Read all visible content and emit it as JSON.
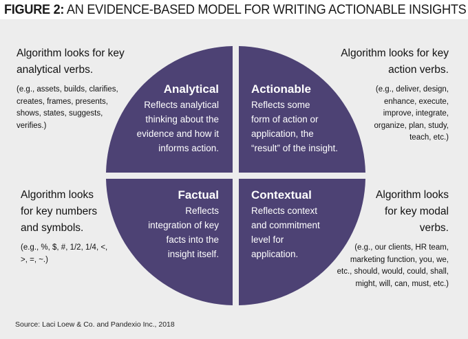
{
  "title": {
    "prefix": "FIGURE 2:",
    "text": "AN EVIDENCE-BASED MODEL FOR WRITING ACTIONABLE INSIGHTS"
  },
  "quadrants": {
    "analytical": {
      "title": "Analytical",
      "lines": [
        "Reflects analytical",
        "thinking about the",
        "evidence and how it",
        "informs action."
      ]
    },
    "actionable": {
      "title": "Actionable",
      "lines": [
        "Reflects some",
        "form of action or",
        "application, the",
        "“result” of the insight."
      ]
    },
    "factual": {
      "title": "Factual",
      "lines": [
        "Reflects",
        "integration of key",
        "facts into the",
        "insight itself."
      ]
    },
    "contextual": {
      "title": "Contextual",
      "lines": [
        "Reflects context",
        "and commitment",
        "level for",
        "application."
      ]
    }
  },
  "sides": {
    "top_left": {
      "head": [
        "Algorithm looks for key",
        "analytical verbs."
      ],
      "examples": [
        "(e.g., assets, builds, clarifies,",
        "creates, frames, presents,",
        "shows, states, suggests,",
        "verifies.)"
      ]
    },
    "top_right": {
      "head": [
        "Algorithm looks for key",
        "action verbs."
      ],
      "examples": [
        "(e.g., deliver, design,",
        "enhance, execute,",
        "improve, integrate,",
        "organize, plan, study,",
        "teach, etc.)"
      ]
    },
    "bottom_left": {
      "head": [
        "Algorithm looks",
        "for key numbers",
        "and symbols."
      ],
      "examples": [
        "(e.g., %, $, #, 1/2, 1/4, <,",
        ">, =, ~.)"
      ]
    },
    "bottom_right": {
      "head": [
        "Algorithm looks",
        "for key modal",
        "verbs."
      ],
      "examples": [
        "(e.g., our clients, HR team,",
        "marketing function, you, we,",
        "etc., should, would, could, shall,",
        "might, will, can, must, etc.)"
      ]
    }
  },
  "source": "Source: Laci Loew & Co. and Pandexio Inc., 2018",
  "colors": {
    "quadrant_fill": "#4d4274",
    "background": "#ededed",
    "title_band": "#ffffff"
  }
}
